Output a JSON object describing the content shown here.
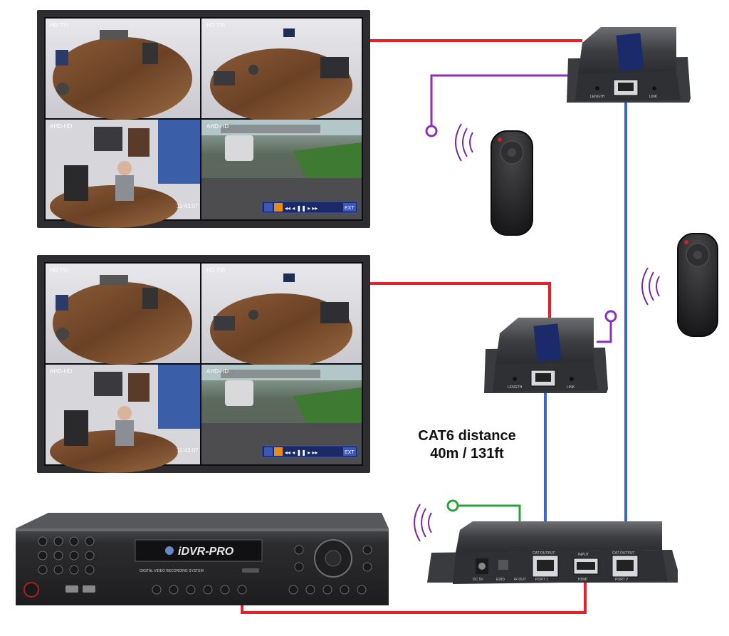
{
  "distance": {
    "line1": "CAT6 distance",
    "line2": "40m / 131ft"
  },
  "monitor_top": {
    "cam1": "HD TVI",
    "cam2": "HD TVI",
    "cam3": "AHD-HD",
    "cam4": "AHD-HD",
    "timestamp": "11:43:07",
    "exit": "EXT"
  },
  "monitor_bottom": {
    "cam1": "HD TVI",
    "cam2": "HD TVI",
    "cam3": "AHD-HD",
    "cam4": "AHD-HD",
    "timestamp": "11:43:07",
    "exit": "EXT"
  },
  "receiver": {
    "length": "LENGTH",
    "link": "LINK"
  },
  "dvr": {
    "brand": "iDVR-PRO",
    "subtitle": "DIGITAL VIDEO RECORDING SYSTEM"
  },
  "splitter": {
    "dc": "DC 5V",
    "edid": "EDID",
    "ir_out": "IR OUT",
    "port1": "PORT 1",
    "input": "INPUT",
    "hdmi": "HDMI",
    "port2": "PORT 2",
    "cat_output": "CAT OUTPUT"
  },
  "colors": {
    "hdmi_cable": "#e8202a",
    "cat6_cable": "#3a66d8",
    "ir_receiver_cable": "#8a2fc0",
    "ir_out_cable": "#2aa33a"
  }
}
